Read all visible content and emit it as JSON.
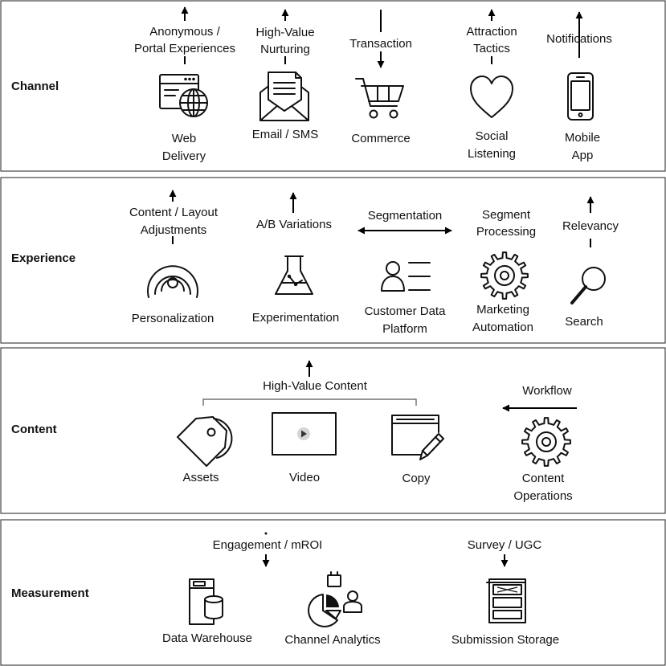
{
  "sections": {
    "channel": "Channel",
    "experience": "Experience",
    "content": "Content",
    "measurement": "Measurement"
  },
  "channel": {
    "arrows": {
      "anonymous_1": "Anonymous /",
      "anonymous_2": "Portal Experiences",
      "nurturing_1": "High-Value",
      "nurturing_2": "Nurturing",
      "transaction": "Transaction",
      "attraction_1": "Attraction",
      "attraction_2": "Tactics",
      "notifications": "Notifications"
    },
    "nodes": {
      "web_1": "Web",
      "web_2": "Delivery",
      "email": "Email / SMS",
      "commerce": "Commerce",
      "social_1": "Social",
      "social_2": "Listening",
      "mobile_1": "Mobile",
      "mobile_2": "App"
    }
  },
  "experience": {
    "arrows": {
      "content_layout_1": "Content / Layout",
      "content_layout_2": "Adjustments",
      "ab": "A/B Variations",
      "segmentation": "Segmentation",
      "segment_processing_1": "Segment",
      "segment_processing_2": "Processing",
      "relevancy": "Relevancy"
    },
    "nodes": {
      "personalization": "Personalization",
      "experimentation": "Experimentation",
      "cdp_1": "Customer Data",
      "cdp_2": "Platform",
      "marketing_1": "Marketing",
      "marketing_2": "Automation",
      "search": "Search"
    }
  },
  "content": {
    "arrows": {
      "high_value": "High-Value Content",
      "workflow": "Workflow"
    },
    "nodes": {
      "assets": "Assets",
      "video": "Video",
      "copy": "Copy",
      "operations_1": "Content",
      "operations_2": "Operations"
    }
  },
  "measurement": {
    "arrows": {
      "engagement": "Engagement / mROI",
      "survey": "Survey / UGC"
    },
    "nodes": {
      "warehouse": "Data Warehouse",
      "analytics": "Channel Analytics",
      "storage": "Submission Storage"
    }
  }
}
